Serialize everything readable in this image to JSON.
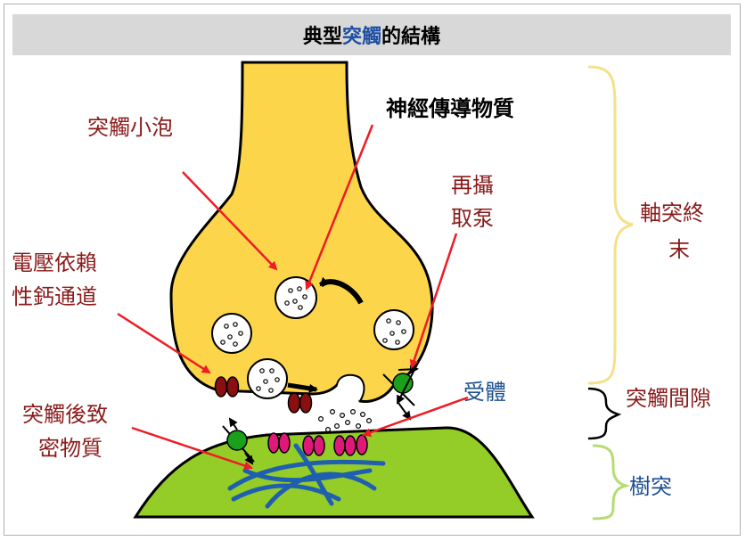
{
  "title": {
    "before": "典型",
    "highlight": "突觸",
    "after": "的結構"
  },
  "labels": {
    "vesicle": "突觸小泡",
    "neurotransmitter": "神經傳導物質",
    "reuptake_line1": "再攝",
    "reuptake_line2": "取泵",
    "vgcc_line1": "電壓依賴",
    "vgcc_line2": "性鈣通道",
    "receptor": "受體",
    "psd_line1": "突觸後致",
    "psd_line2": "密物質",
    "axon_terminal_line1": "軸突終",
    "axon_terminal_line2": "末",
    "synaptic_cleft": "突觸間隙",
    "dendrite": "樹突"
  },
  "colors": {
    "axon": "#fcd54a",
    "dendrite": "#94cc28",
    "arrow_red": "#ee1c24",
    "channel": "#8a1010",
    "receptor": "#e0187a",
    "pump": "#1ba01b",
    "cytoskeleton": "#1f5fb0",
    "brace_axon": "#f5e08a",
    "brace_dendrite": "#b5dc72"
  }
}
